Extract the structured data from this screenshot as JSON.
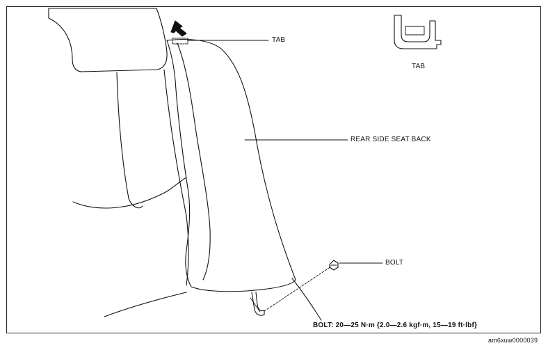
{
  "labels": {
    "tab": "TAB",
    "tab_detail": "TAB",
    "rear_side_seat_back": "REAR SIDE SEAT BACK",
    "bolt": "BOLT"
  },
  "spec": "BOLT: 20—25 N·m {2.0—2.6 kgf·m, 15—19 ft·lbf}",
  "figure_code": "am6xuw0000039"
}
